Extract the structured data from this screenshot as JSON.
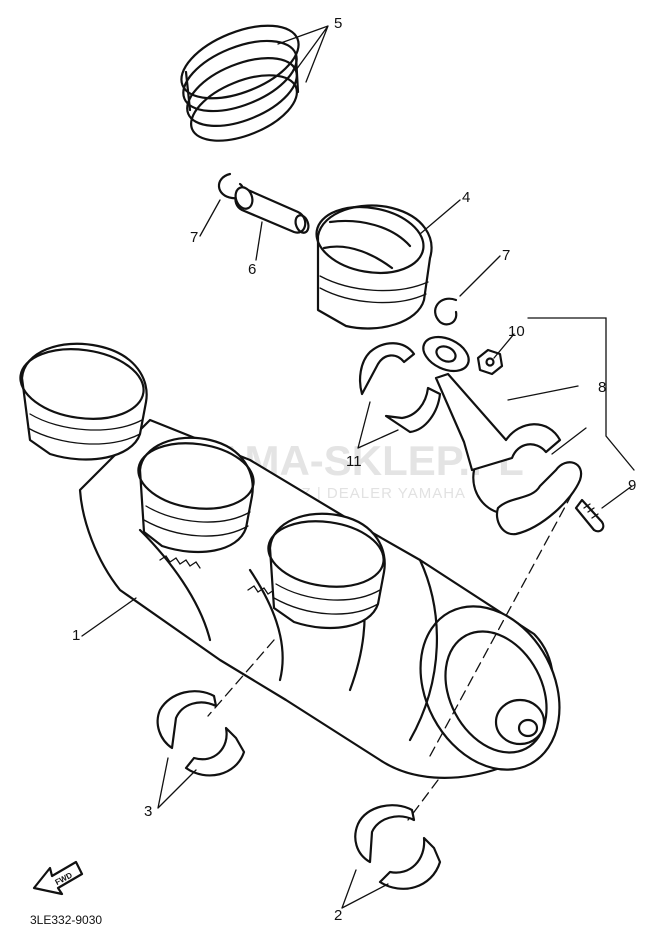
{
  "watermark": {
    "title": "YAMA-SKLEP.PL",
    "subtitle": "ECHOWICZ | DEALER YAMAHA"
  },
  "diagram_code": "3LE332-9030",
  "fwd_label": "FWD",
  "callouts": {
    "c1": "1",
    "c2": "2",
    "c3": "3",
    "c4": "4",
    "c5": "5",
    "c6": "6",
    "c7a": "7",
    "c7b": "7",
    "c8": "8",
    "c9": "9",
    "c10": "10",
    "c11": "11"
  },
  "colors": {
    "ink": "#111111",
    "paper": "#ffffff",
    "watermark": "#e4e4e4",
    "watermark_logo": "#f3c7c7"
  }
}
